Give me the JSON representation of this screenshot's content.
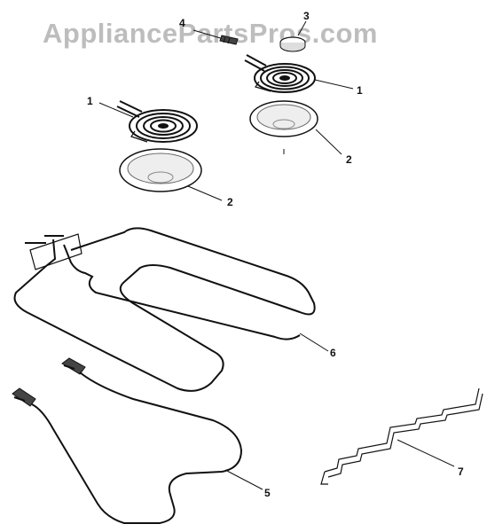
{
  "watermark": "AppliancePartsPros.com",
  "callouts": {
    "one_left": "1",
    "one_right": "1",
    "two_left": "2",
    "two_right": "2",
    "three": "3",
    "four": "4",
    "five": "5",
    "six": "6",
    "seven": "7"
  }
}
